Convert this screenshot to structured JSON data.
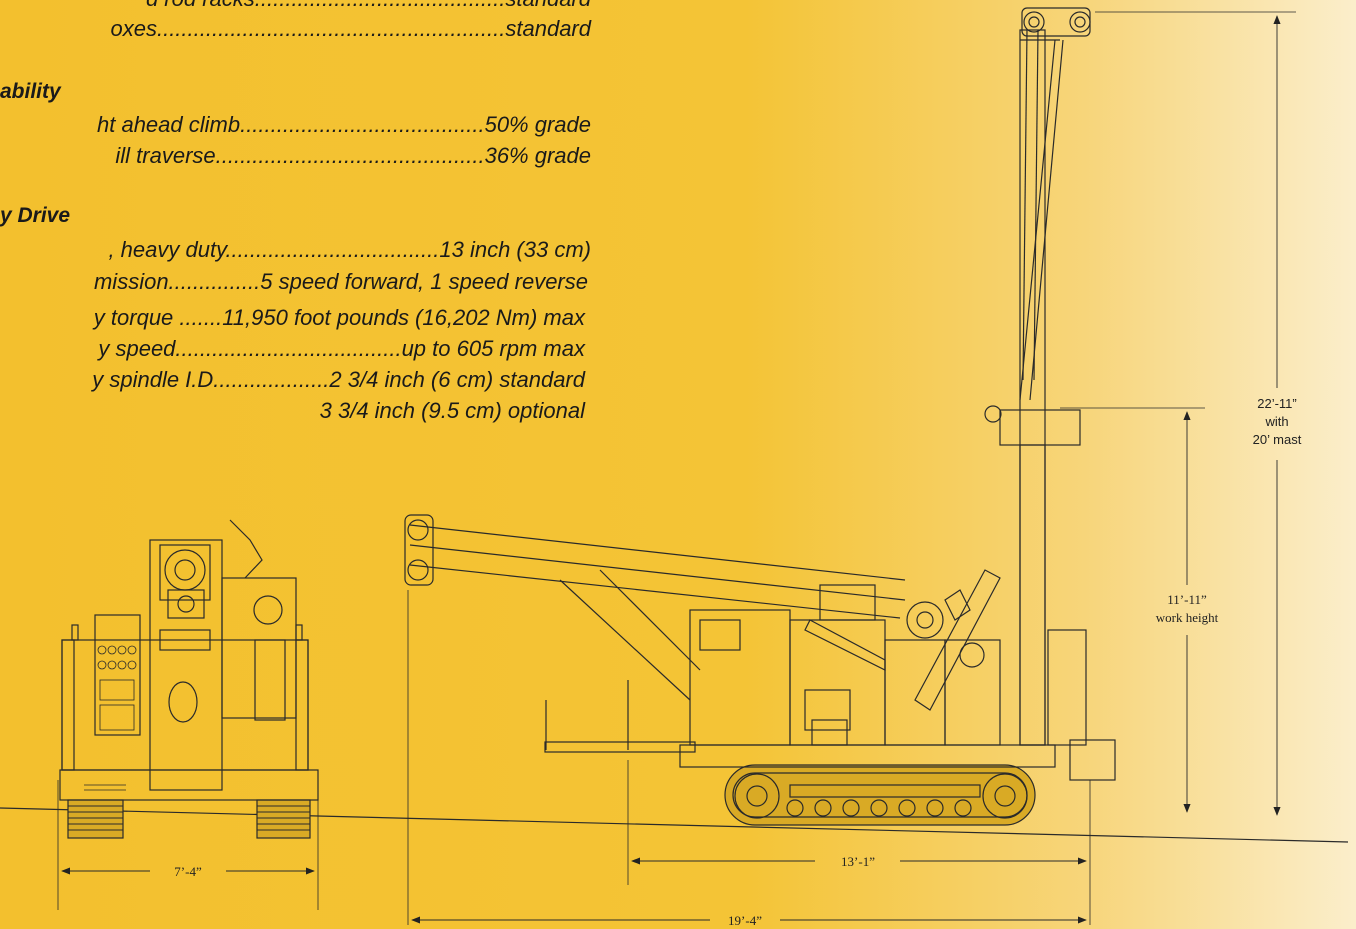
{
  "specs": {
    "lines_top": [
      {
        "text": "d rod racks.........................................standard"
      },
      {
        "text": "oxes.........................................................standard"
      }
    ],
    "gradeability": {
      "heading": "ability",
      "lines": [
        "ht ahead climb........................................50% grade",
        "ill traverse............................................36% grade"
      ]
    },
    "rotary_drive": {
      "heading": "y Drive",
      "lines": [
        ", heavy duty...................................13 inch (33 cm)",
        "mission...............5 speed forward, 1 speed reverse",
        "y torque .......11,950 foot pounds (16,202 Nm) max",
        "y speed.....................................up to 605 rpm max",
        "y spindle I.D...................2 3/4 inch (6 cm) standard",
        "3 3/4 inch (9.5 cm) optional"
      ]
    }
  },
  "dimensions": {
    "width": "7’-4”",
    "length_track": "13’-1”",
    "length_overall": "19’-4”",
    "work_height_value": "11’-11”",
    "work_height_label": "work height",
    "mast_height_value": "22’-11”",
    "mast_height_with": "with",
    "mast_height_mast": "20’ mast"
  },
  "colors": {
    "background_start": "#f3c02e",
    "background_end": "#fbeecb",
    "line": "#2a2a2a"
  }
}
